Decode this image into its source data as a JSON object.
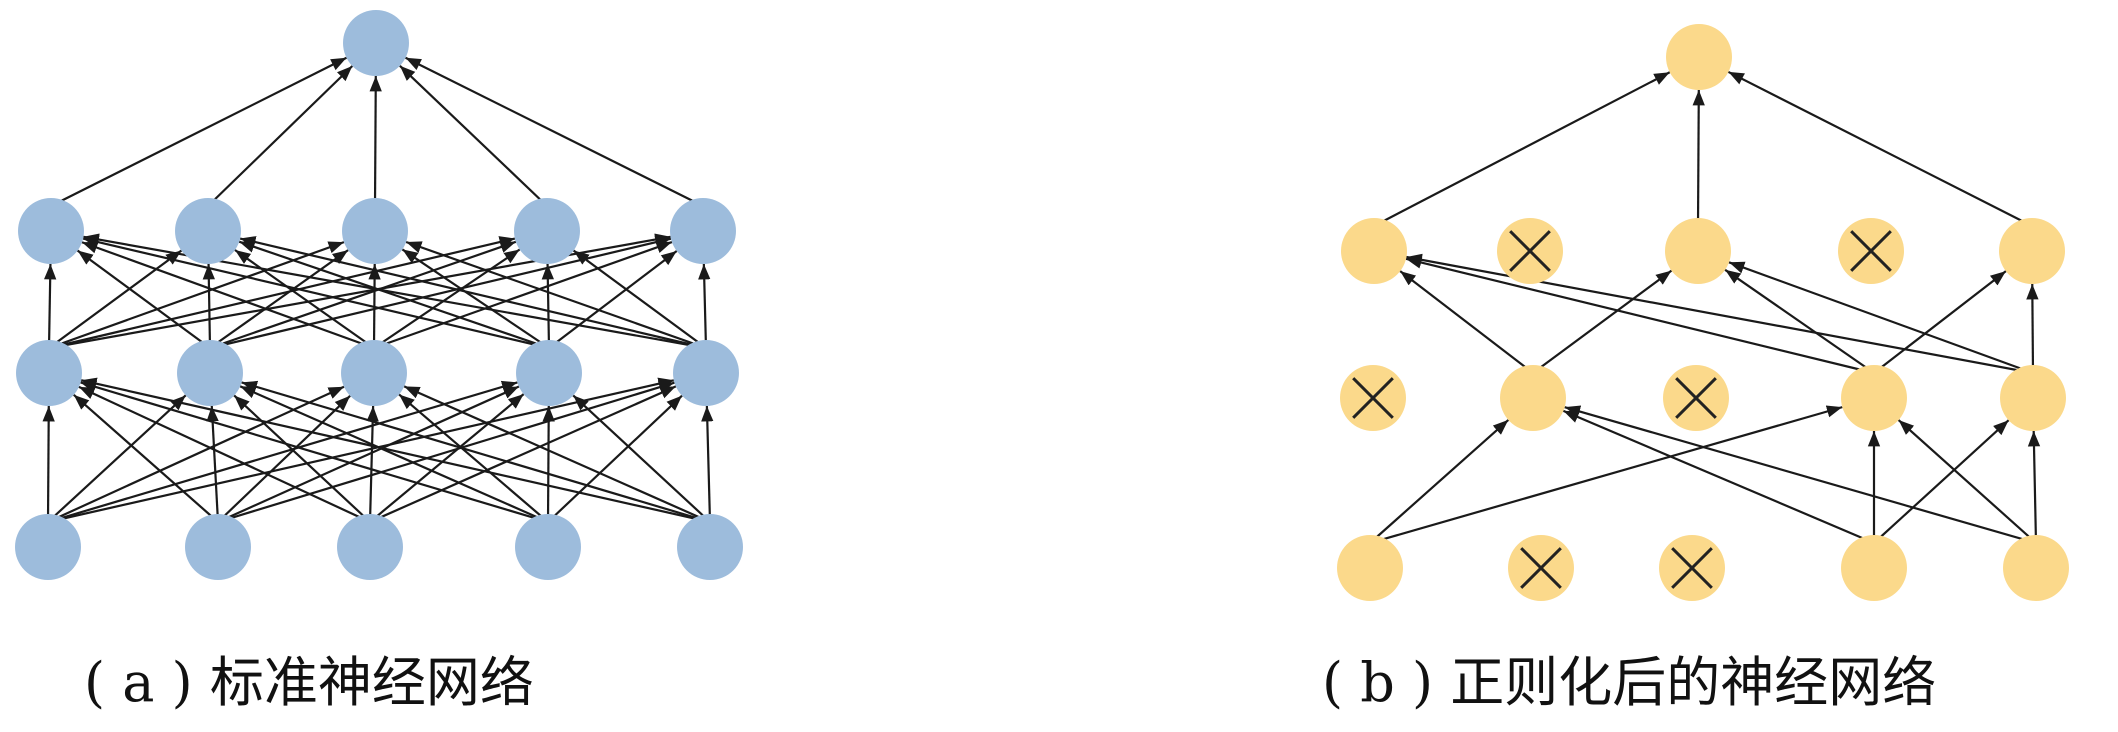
{
  "panels": [
    {
      "id": "a",
      "caption": "( a ) 标准神经网络",
      "node_color": "#9dbcdc",
      "layers": [
        5,
        5,
        5,
        1
      ],
      "dropped": [
        [],
        [],
        [],
        []
      ],
      "connections": "full"
    },
    {
      "id": "b",
      "caption": "( b ) 正则化后的神经网络",
      "node_color": "#fbd98b",
      "layers": [
        5,
        5,
        5,
        1
      ],
      "dropped": [
        [
          1,
          2
        ],
        [
          0,
          2
        ],
        [
          1,
          3
        ],
        []
      ],
      "connections": [
        [
          [
            0,
            1
          ],
          [
            0,
            3
          ],
          [
            3,
            1
          ],
          [
            3,
            3
          ],
          [
            3,
            4
          ],
          [
            4,
            1
          ],
          [
            4,
            3
          ],
          [
            4,
            4
          ]
        ],
        [
          [
            1,
            0
          ],
          [
            1,
            2
          ],
          [
            3,
            0
          ],
          [
            3,
            2
          ],
          [
            3,
            4
          ],
          [
            4,
            0
          ],
          [
            4,
            2
          ],
          [
            4,
            4
          ]
        ],
        [
          [
            0,
            0
          ],
          [
            2,
            0
          ],
          [
            4,
            0
          ]
        ]
      ]
    }
  ],
  "colors": {
    "edge": "#1a1a1a",
    "cross": "#222222"
  }
}
